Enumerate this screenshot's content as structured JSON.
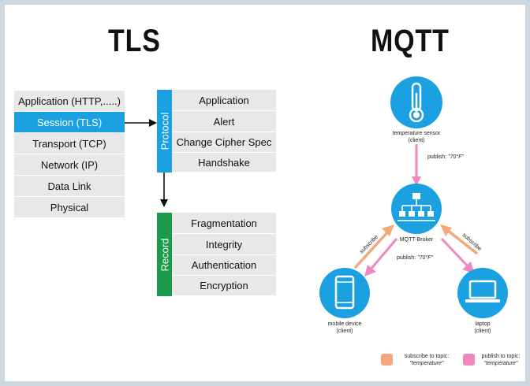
{
  "tls": {
    "title": "TLS",
    "stack": [
      "Application (HTTP,.....)",
      "Session (TLS)",
      "Transport (TCP)",
      "Network (IP)",
      "Data Link",
      "Physical"
    ],
    "protocol_label": "Protocol",
    "protocol_items": [
      "Application",
      "Alert",
      "Change Cipher Spec",
      "Handshake"
    ],
    "record_label": "Record",
    "record_items": [
      "Fragmentation",
      "Integrity",
      "Authentication",
      "Encryption"
    ]
  },
  "mqtt": {
    "title": "MQTT",
    "sensor_label": "temperature sensor",
    "sensor_sub": "(client)",
    "broker_label": "MQTT-Broker",
    "mobile_label": "mobile device",
    "mobile_sub": "(client)",
    "laptop_label": "laptop",
    "laptop_sub": "(client)",
    "publish_prefix": "publish:",
    "publish_value": "\"70°F\"",
    "subscribe_label": "subscribe",
    "legend_subscribe": "subscribe to topic:",
    "legend_publish": "publish to topic:",
    "legend_topic": "\"temperature\""
  },
  "colors": {
    "blue": "#1ba1e2",
    "green": "#1a9a4a",
    "gray": "#e8e8e8",
    "subscribe_arrow": "#f4a77a",
    "publish_arrow": "#ef87c0"
  }
}
